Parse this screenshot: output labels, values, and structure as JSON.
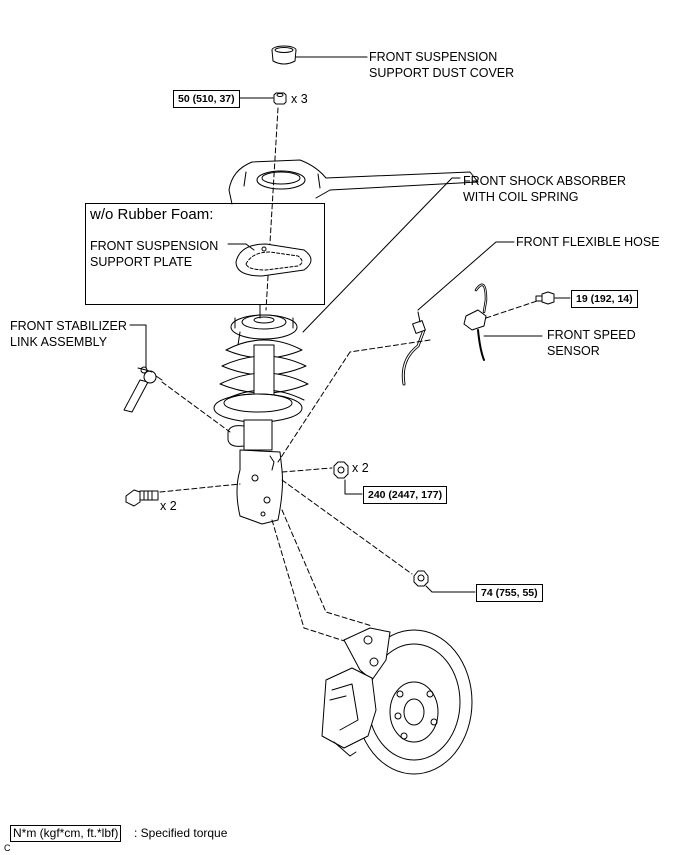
{
  "labels": {
    "dust_cover": [
      "FRONT SUSPENSION",
      "SUPPORT DUST COVER"
    ],
    "shock_absorber": [
      "FRONT SHOCK ABSORBER",
      "WITH COIL SPRING"
    ],
    "flexible_hose": "FRONT FLEXIBLE HOSE",
    "support_plate": [
      "FRONT SUSPENSION",
      "SUPPORT PLATE"
    ],
    "stabilizer_link": [
      "FRONT STABILIZER",
      "LINK ASSEMBLY"
    ],
    "speed_sensor": [
      "FRONT SPEED",
      "SENSOR"
    ]
  },
  "inset_title": "w/o Rubber Foam:",
  "torques": {
    "top_nut": "50 (510, 37)",
    "sensor_bolt": "19 (192, 14)",
    "knuckle_nut": "240 (2447, 177)",
    "stabilizer_nut": "74 (755, 55)"
  },
  "quantities": {
    "top_nut": "x 3",
    "knuckle_nut": "x 2",
    "knuckle_bolt": "x 2"
  },
  "legend": {
    "unit_box": "N*m (kgf*cm, ft.*lbf)",
    "text": ": Specified torque"
  },
  "figure_code": "C"
}
